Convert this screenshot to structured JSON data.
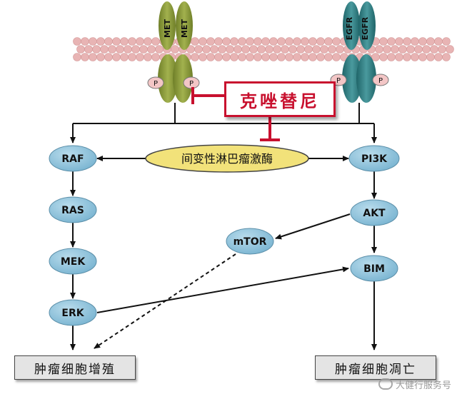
{
  "receptors": {
    "met": "MET",
    "egfr": "EGFR",
    "phospho": "P"
  },
  "inhibitor": {
    "label": "克唑替尼"
  },
  "alk": {
    "label": "间变性淋巴瘤激酶"
  },
  "nodes": {
    "raf": "RAF",
    "ras": "RAS",
    "mek": "MEK",
    "erk": "ERK",
    "pi3k": "PI3K",
    "akt": "AKT",
    "mtor": "mTOR",
    "bim": "BIM"
  },
  "outcomes": {
    "proliferation": "肿瘤细胞增殖",
    "apoptosis": "肿瘤细胞凋亡"
  },
  "watermark": {
    "text": "大健行服务号"
  },
  "colors": {
    "node_fill": "#8cc3dc",
    "met_receptor": "#8a9a3c",
    "egfr_receptor": "#2f7f83",
    "membrane": "#e8b4b4",
    "alk_fill": "#f2e27a",
    "inhibitor_red": "#c8102e"
  }
}
